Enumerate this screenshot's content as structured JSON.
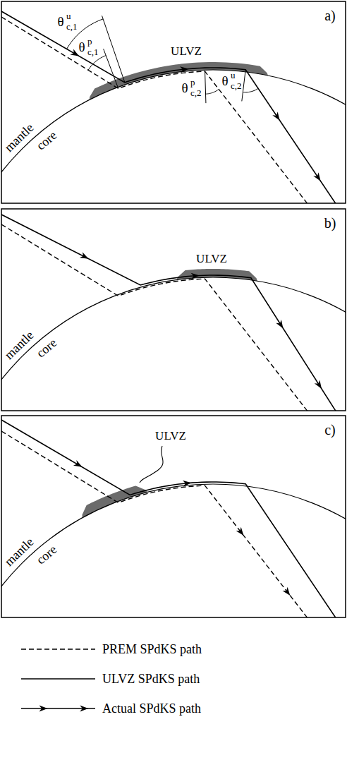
{
  "diagram": {
    "labels": [
      "a)",
      "θ",
      "u",
      "c,1",
      "θ",
      "p",
      "c,1",
      "θ",
      "p",
      "c,2",
      "θ",
      "u",
      "c,2",
      "ULVZ",
      "mantle",
      "core",
      "b)",
      "ULVZ",
      "mantle",
      "core",
      "c)",
      "ULVZ",
      "mantle",
      "core"
    ],
    "legend": [
      {
        "text": "PREM SPdKS path"
      },
      {
        "text": "ULVZ SPdKS path"
      },
      {
        "text": "Actual SPdKS path"
      }
    ]
  }
}
